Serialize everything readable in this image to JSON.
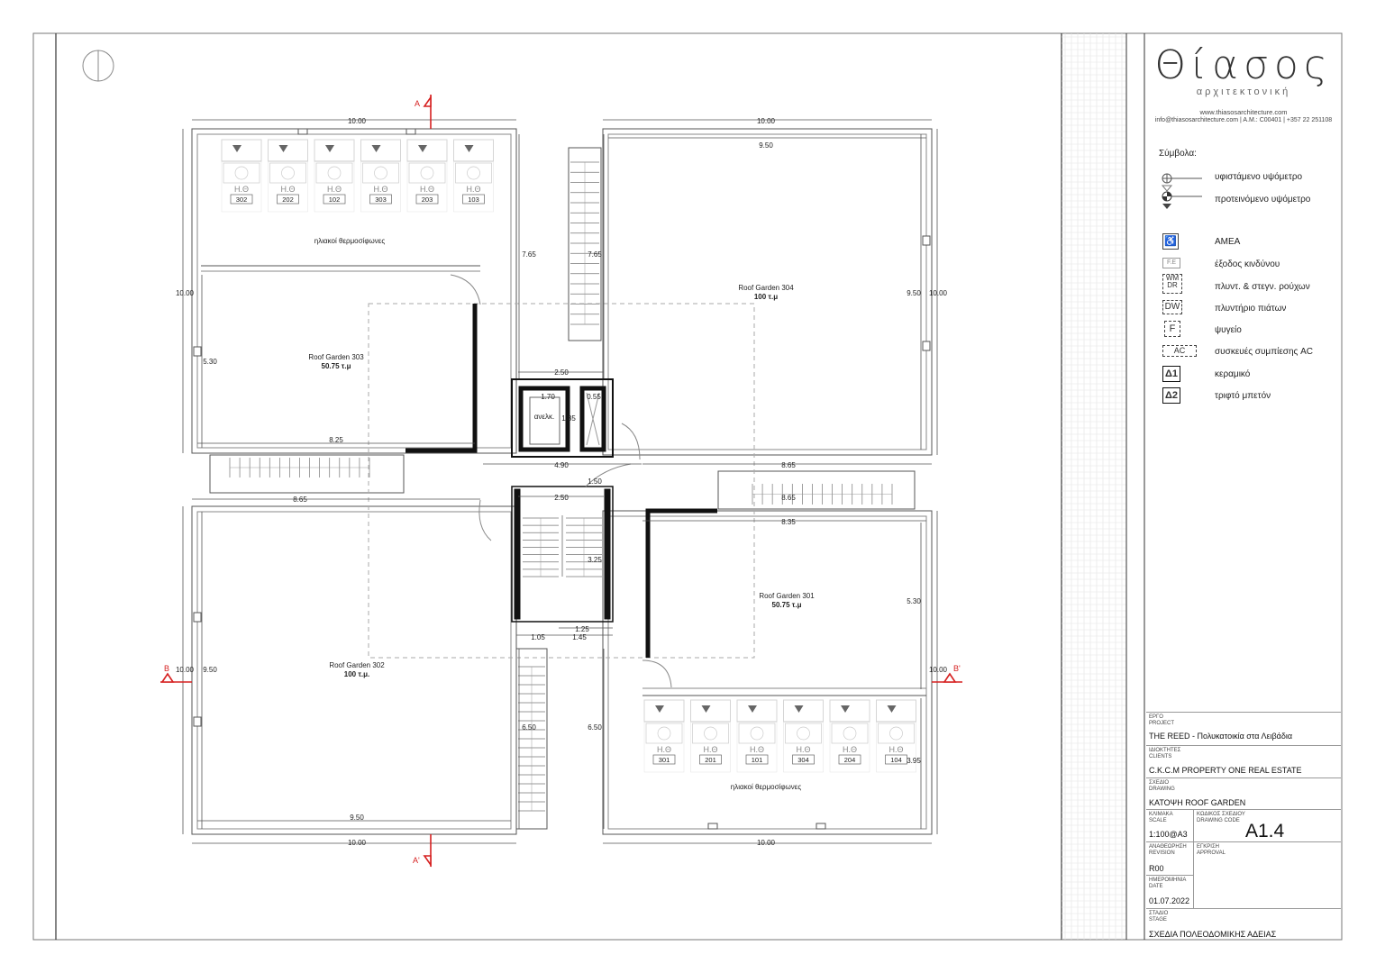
{
  "firm": {
    "name": "Θίασος",
    "tagline": "αρχιτεκτονική",
    "website": "www.thiasosarchitecture.com",
    "contact": "info@thiasosarchitecture.com | A.M.: C00401 | +357 22 251108"
  },
  "legend": {
    "title": "Σύμβολα:",
    "items": [
      {
        "symbol": "existing-level-icon",
        "label": "υφιστάμενο υψόμετρο"
      },
      {
        "symbol": "proposed-level-icon",
        "label": "προτεινόμενο υψόμετρο"
      },
      {
        "symbol": "accessible-icon",
        "label": "ΑΜΕΑ"
      },
      {
        "symbol": "F.E",
        "label": "έξοδος κινδύνου"
      },
      {
        "symbol": "WM DR",
        "label": "πλυντ. & στεγν. ρούχων"
      },
      {
        "symbol": "DW",
        "label": "πλυντήριο πιάτων"
      },
      {
        "symbol": "F",
        "label": "ψυγείο"
      },
      {
        "symbol": "AC",
        "label": "συσκευές συμπίεσης AC"
      },
      {
        "symbol": "Δ1",
        "label": "κεραμικό"
      },
      {
        "symbol": "Δ2",
        "label": "τριφτό μπετόν"
      }
    ]
  },
  "titleblock": {
    "project_caption": "ΕΡΓΟ\nPROJECT",
    "project": "THE REED - Πολυκατοικία στα Λειβάδια",
    "clients_caption": "ΙΔΙΟΚΤΗΤΕΣ\nCLIENTS",
    "clients": "C.K.C.M PROPERTY ONE REAL ESTATE",
    "drawing_caption": "ΣΧΕΔΙΟ\nDRAWING",
    "drawing": "ΚΑΤΟΨΗ ROOF GARDEN",
    "scale_caption": "ΚΛΙΜΑΚΑ\nSCALE",
    "scale": "1:100@A3",
    "code_caption": "ΚΩΔΙΚΟΣ ΣΧΕΔΙΟΥ\nDRAWING CODE",
    "code": "A1.4",
    "revision_caption": "ΑΝΑΘΕΩΡΗΣΗ\nREVISION",
    "revision": "R00",
    "approval_caption": "ΕΓΚΡΙΣΗ\nAPPROVAL",
    "date_caption": "ΗΜΕΡΟΜΗΝΙΑ\nDATE",
    "date": "01.07.2022",
    "stage_caption": "ΣΤΑΔΙΟ\nSTAGE",
    "stage": "ΣΧΕΔΙΑ ΠΟΛΕΟΔΟΜΙΚΗΣ ΑΔΕΙΑΣ"
  },
  "plan": {
    "section_marks": {
      "a_top": "A",
      "a_bottom": "A'",
      "b_left": "B",
      "b_right": "B'"
    },
    "colors": {
      "section": "#d62020",
      "line": "#444444",
      "wall": "#111111",
      "dashed": "#999999"
    },
    "rooms": [
      {
        "name": "Roof Garden 303",
        "area": "50.75 τ.μ"
      },
      {
        "name": "Roof Garden 304",
        "area": "100 τ.μ"
      },
      {
        "name": "Roof Garden 302",
        "area": "100 τ.μ."
      },
      {
        "name": "Roof Garden 301",
        "area": "50.75 τ.μ"
      }
    ],
    "solar_heaters_label": "ηλιακοί θερμοσίφωνες",
    "heater_tag": "Η.Θ",
    "heaters_top": [
      "302",
      "202",
      "102",
      "303",
      "203",
      "103"
    ],
    "heaters_bottom": [
      "301",
      "201",
      "101",
      "304",
      "204",
      "104"
    ],
    "elevator_label": "ανελκ.",
    "dims": {
      "top_left_width": "10.00",
      "top_right_width": "10.00",
      "top_right_inner": "9.50",
      "left_height_top": "10.00",
      "left_inner_5_30": "5.30",
      "left_corridor": "7.65",
      "right_corridor": "7.65",
      "tr_inner_height": "9.50",
      "tr_outer_height": "10.00",
      "core_width": "2.50",
      "elev_width": "1.70",
      "elev_depth": "1.85",
      "shaft_width": "0.55",
      "tl_bottom_8_25": "8.25",
      "core_4_90": "4.90",
      "landing_1_50": "1.50",
      "stair_width": "2.50",
      "bl_top_8_65": "8.65",
      "br_top_8_65": "8.65",
      "br_stair_8_65": "8.65",
      "br_top_8_35": "8.35",
      "stair_3_25": "3.25",
      "br_5_30": "5.30",
      "dim_1_25": "1.25",
      "dim_1_05": "1.05",
      "dim_1_45": "1.45",
      "left_height_bottom": "10.00",
      "bl_inner_9_50": "9.50",
      "right_height_bottom": "10.00",
      "corr_6_50_left": "6.50",
      "corr_6_50_right": "6.50",
      "br_3_95": "3.95",
      "bl_bottom_inner": "9.50",
      "bottom_left_width": "10.00",
      "bottom_right_width": "10.00"
    }
  }
}
